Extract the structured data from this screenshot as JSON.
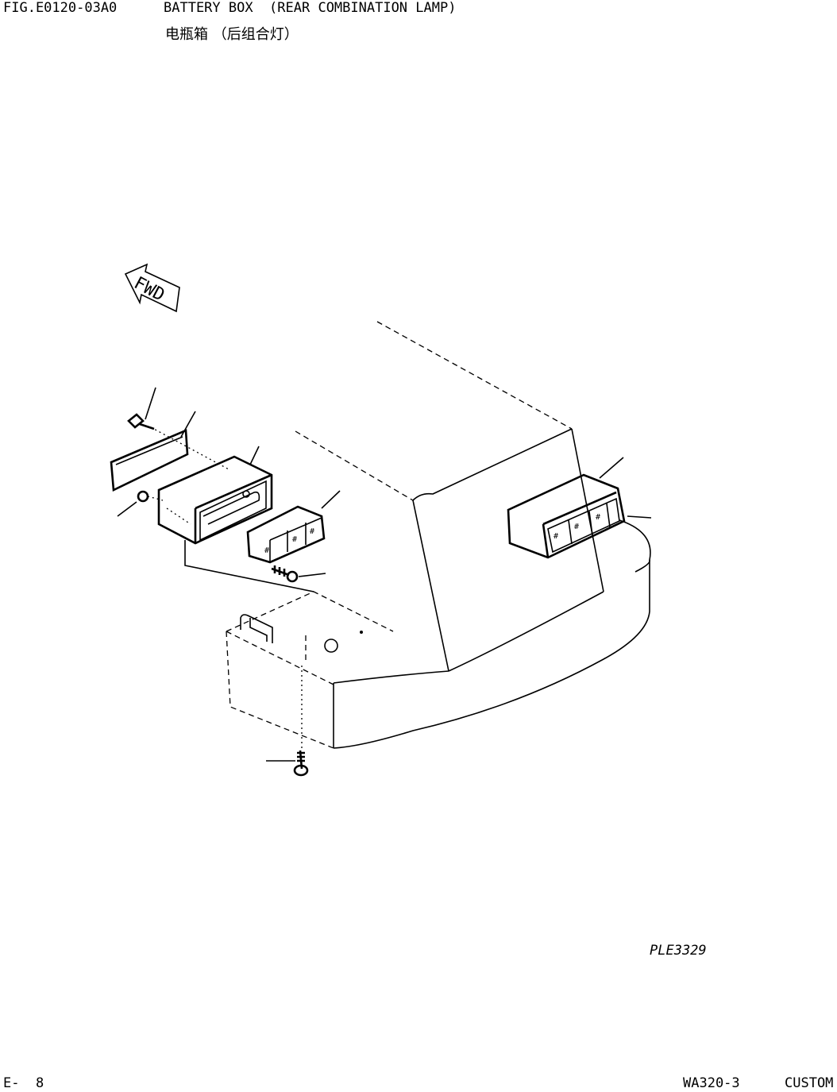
{
  "header": {
    "figure_id": "FIG.E0120-03A0",
    "title_en": "BATTERY BOX  (REAR COMBINATION LAMP)",
    "title_cn": "电瓶箱 （后组合灯）"
  },
  "diagram": {
    "direction_marker": "FWD",
    "drawing_code": "PLE3329"
  },
  "footer": {
    "page": "E-  8",
    "model": "WA320-3",
    "edition": "CUSTOM"
  }
}
